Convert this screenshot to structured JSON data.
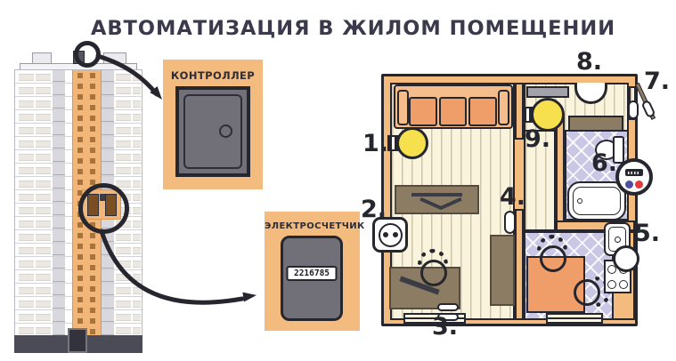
{
  "title": "АВТОМАТИЗАЦИЯ В ЖИЛОМ ПОМЕЩЕНИИ",
  "controller_card": {
    "label": "КОНТРОЛЛЕР",
    "icon": "controller-cabinet-icon"
  },
  "meter_card": {
    "label": "ЭЛЕКТРОСЧЕТЧИК",
    "reading": "2216785",
    "icon": "electric-meter-icon"
  },
  "floor_plan": {
    "markers": [
      {
        "label": "1.",
        "icon": "light-bulb-icon"
      },
      {
        "label": "2.",
        "icon": "power-socket-icon"
      },
      {
        "label": "3.",
        "icon": "window-sensor-icon"
      },
      {
        "label": "4.",
        "icon": "door-sensor-icon"
      },
      {
        "label": "5.",
        "icon": "shutoff-valve-icon"
      },
      {
        "label": "6.",
        "icon": "water-meter-icon"
      },
      {
        "label": "7.",
        "icon": "entry-door-sensor-icon"
      },
      {
        "label": "8.",
        "icon": "dome-motion-sensor-icon"
      },
      {
        "label": "9.",
        "icon": "light-bulb-icon"
      }
    ]
  },
  "colors": {
    "outline": "#26262e",
    "wall_orange": "#f3bb7e",
    "furniture_orange": "#ef9e6a",
    "floor_cream": "#fbf4dd",
    "tile_lavender": "#c9c6e6",
    "furniture_brown": "#8c7c64",
    "bulb_yellow": "#f6e04e",
    "meter_blue": "#4d4fa3",
    "meter_red": "#e23b3b"
  }
}
